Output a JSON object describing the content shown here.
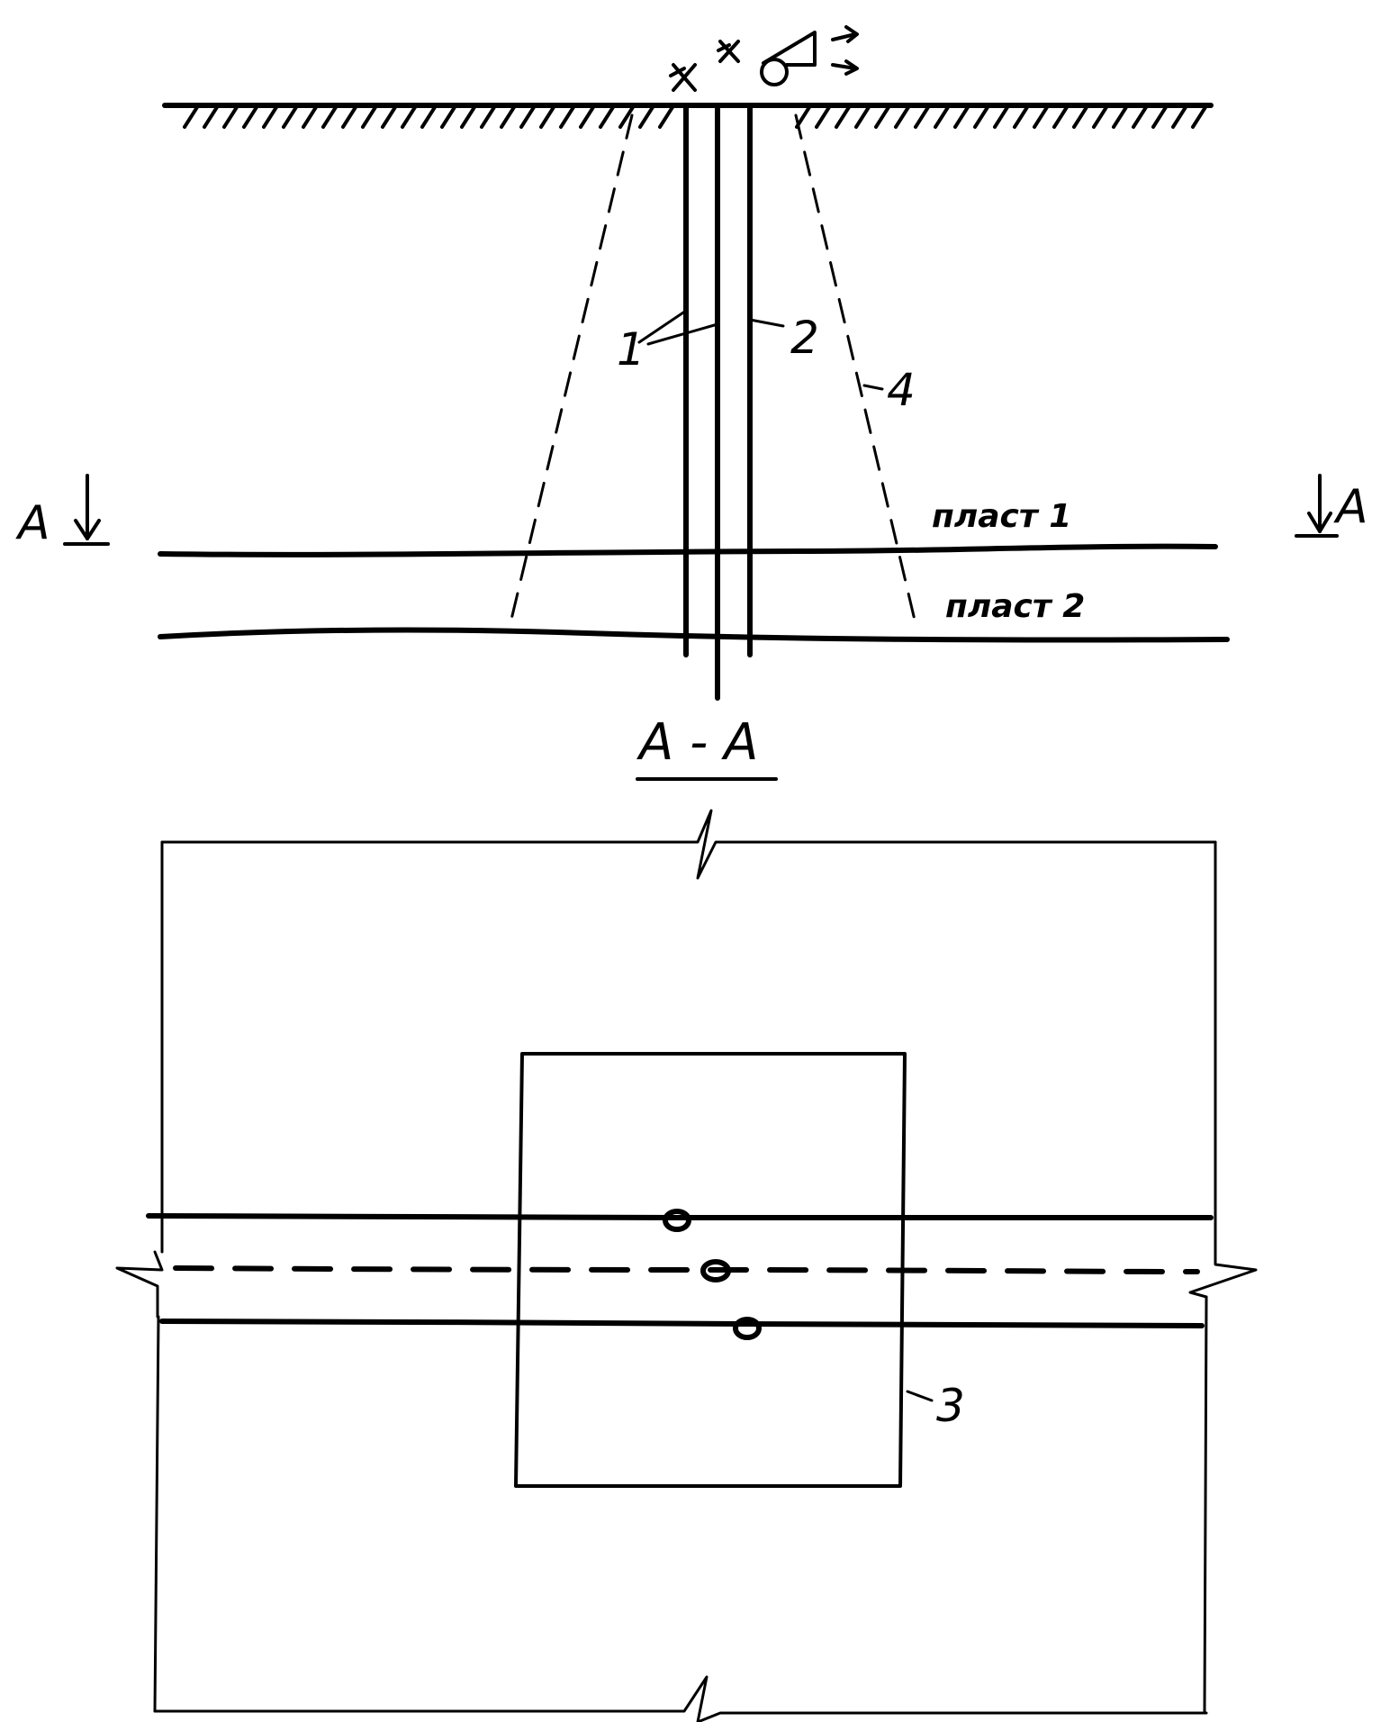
{
  "labels": {
    "label_1": "1",
    "label_2": "2",
    "label_3": "3",
    "label_4": "4",
    "section_mark_left": "A",
    "section_mark_right": "A",
    "section_title": "A - A",
    "layer_1": "пласт 1",
    "layer_2": "пласт 2"
  },
  "colors": {
    "ink": "#000000",
    "background": "#ffffff"
  },
  "icons": [
    "hammer-pick-icon",
    "rig-icon"
  ]
}
